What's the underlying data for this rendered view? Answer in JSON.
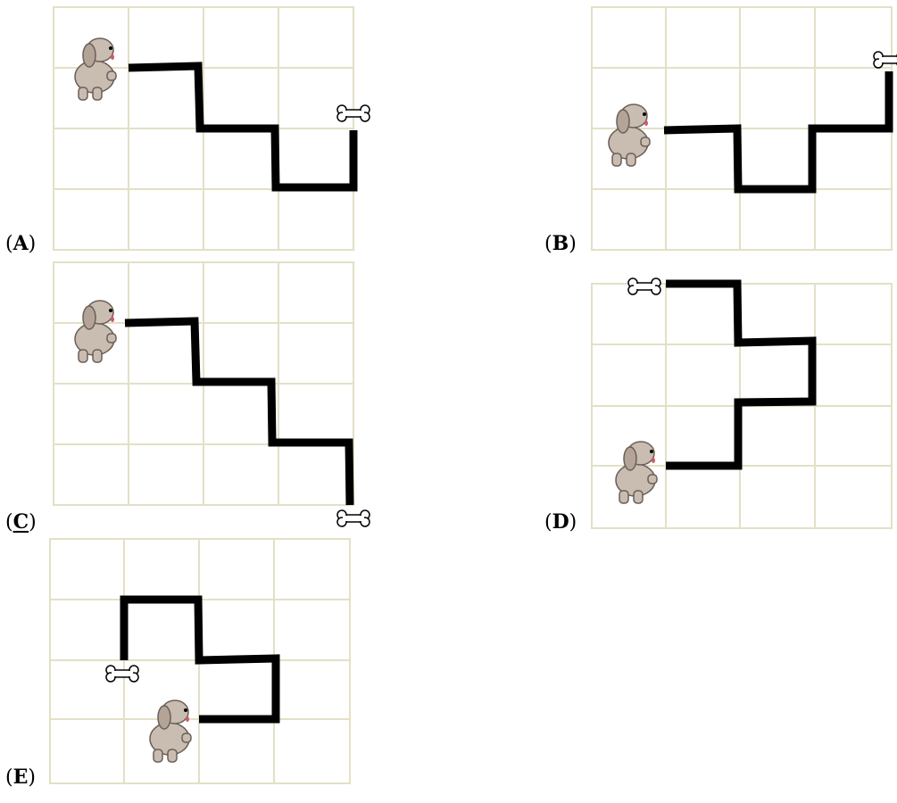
{
  "options": [
    {
      "key": "A",
      "label_letter": "A",
      "underlined": false
    },
    {
      "key": "B",
      "label_letter": "B",
      "underlined": false
    },
    {
      "key": "C",
      "label_letter": "C",
      "underlined": true
    },
    {
      "key": "D",
      "label_letter": "D",
      "underlined": false
    },
    {
      "key": "E",
      "label_letter": "E",
      "underlined": false
    }
  ],
  "paren_open": "(",
  "paren_close": ")",
  "colors": {
    "grid": "#e3e0c6",
    "path": "#000000",
    "dog_body": "#c9bcb1",
    "dog_outline": "#6b5f57",
    "bone_fill": "#ffffff",
    "bone_outline": "#000000"
  },
  "icons": {
    "dog": "dog-icon",
    "bone": "bone-icon"
  }
}
